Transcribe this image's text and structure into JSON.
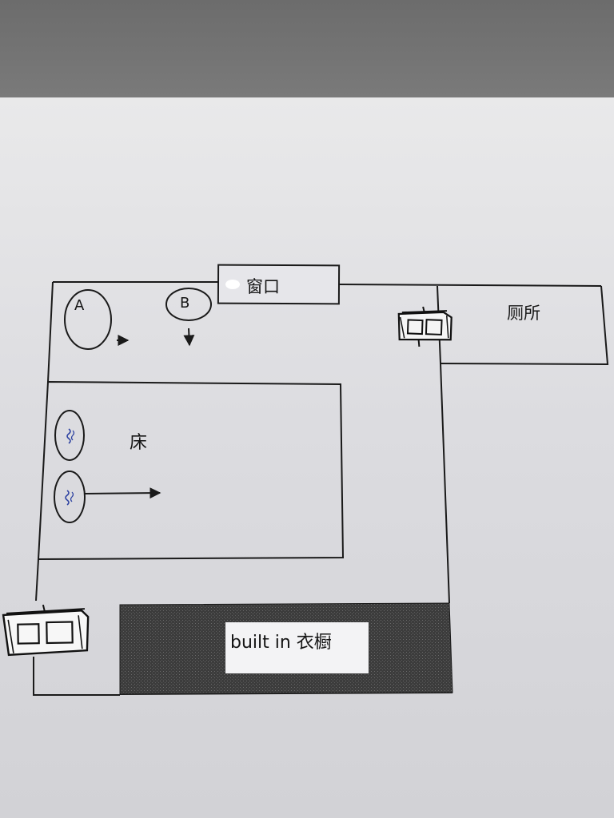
{
  "labels": {
    "window": "窗口",
    "toilet": "厕所",
    "bed": "床",
    "closet": "built in 衣橱",
    "person_a": "A",
    "person_b": "B"
  },
  "icons": {
    "pillow_glyph": "≀",
    "door_left": "door-icon",
    "door_right": "door-icon"
  },
  "colors": {
    "line": "#1a1a1a",
    "closet_fill": "#3a3a3a",
    "pillow_mark": "#2a3fa0",
    "paper": "#e2e2e5"
  }
}
